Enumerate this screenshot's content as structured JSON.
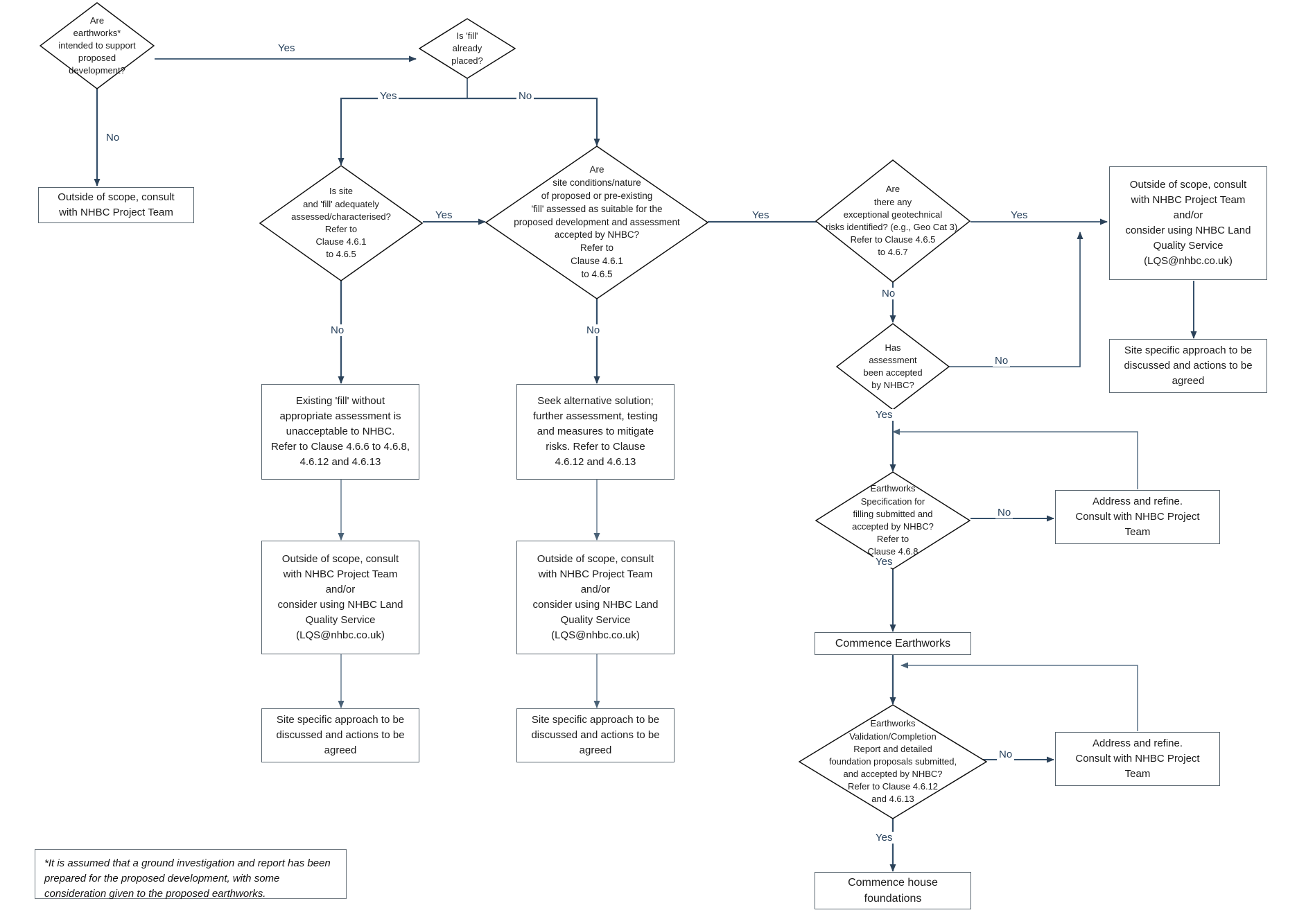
{
  "diagram": {
    "title": "NHBC earthworks assessment flowchart",
    "colors": {
      "line": "#35506b",
      "line_light": "#5c7388",
      "box_border": "#58656f",
      "diamond_border": "#111111",
      "label_text": "#27415c",
      "body_text": "#1a1a1a",
      "background": "#ffffff"
    },
    "nodes": {
      "d_earthworks_intended": "Are\nearthworks*\nintended to support\nproposed\ndevelopment?",
      "d_fill_placed": "Is 'fill'\nalready\nplaced?",
      "b_outside_scope_top": "Outside of scope, consult\nwith NHBC Project Team",
      "d_site_assessed": "Is site\nand 'fill' adequately\nassessed/characterised?\nRefer to\nClause 4.6.1\nto 4.6.5",
      "d_site_conditions": "Are\nsite conditions/nature\nof proposed or pre-existing\n'fill' assessed as suitable for the\nproposed development and assessment\naccepted by NHBC?\nRefer to\nClause 4.6.1\nto 4.6.5",
      "d_geotech_risks": "Are\nthere any\nexceptional geotechnical\nrisks identified? (e.g., Geo Cat 3).\nRefer to Clause 4.6.5\nto 4.6.7",
      "b_outside_scope_right": "Outside of scope, consult\nwith NHBC Project Team\nand/or\nconsider using NHBC Land\nQuality Service\n(LQS@nhbc.co.uk)",
      "b_site_specific_right": "Site specific approach to be\ndiscussed and actions to be\nagreed",
      "d_assessment_accepted": "Has\nassessment\nbeen accepted\nby NHBC?",
      "b_existing_fill": "Existing 'fill' without\nappropriate assessment is\nunacceptable to NHBC.\nRefer to Clause 4.6.6 to 4.6.8,\n4.6.12 and 4.6.13",
      "b_seek_alternative": "Seek alternative solution;\nfurther assessment, testing\nand measures to mitigate\nrisks. Refer to Clause\n4.6.12 and 4.6.13",
      "b_outside_scope_left": "Outside of scope, consult\nwith NHBC Project Team\nand/or\nconsider using NHBC Land\nQuality Service\n(LQS@nhbc.co.uk)",
      "b_outside_scope_mid": "Outside of scope, consult\nwith NHBC Project Team\nand/or\nconsider using NHBC Land\nQuality Service\n(LQS@nhbc.co.uk)",
      "b_site_specific_left": "Site specific approach to be\ndiscussed and actions to be\nagreed",
      "b_site_specific_mid": "Site specific approach to be\ndiscussed and actions to be\nagreed",
      "d_earthworks_spec": "Earthworks\nSpecification for\nfilling submitted and\naccepted by NHBC?\nRefer to\nClause 4.6.8",
      "b_address_refine_1": "Address and refine.\nConsult with NHBC Project\nTeam",
      "b_commence_earthworks": "Commence Earthworks",
      "d_validation_report": "Earthworks\nValidation/Completion\nReport and detailed\nfoundation proposals submitted,\nand accepted by NHBC?\nRefer to Clause 4.6.12\nand 4.6.13",
      "b_address_refine_2": "Address and refine.\nConsult with NHBC Project\nTeam",
      "b_commence_foundations": "Commence house\nfoundations"
    },
    "edge_labels": {
      "e1_yes": "Yes",
      "e2_no": "No",
      "e3_yes": "Yes",
      "e4_no": "No",
      "e5_yes": "Yes",
      "e6_no": "No",
      "e7_yes": "Yes",
      "e8_no": "No",
      "e9_yes": "Yes",
      "e10_no": "No",
      "e11_no": "No",
      "e12_yes": "Yes",
      "e13_no": "No",
      "e14_yes": "Yes",
      "e15_no": "No",
      "e16_yes": "Yes"
    },
    "footnote": "*It is assumed that a ground investigation and report has been prepared for the proposed development, with some consideration given to the proposed earthworks."
  }
}
